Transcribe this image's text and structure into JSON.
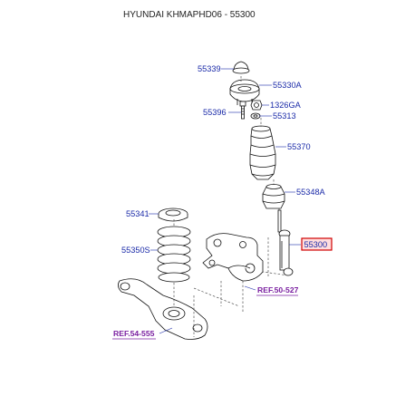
{
  "title": "HYUNDAI KHMAPHD06 - 55300",
  "parts": {
    "p55339": "55339",
    "p55330a": "55330A",
    "p1326ga": "1326GA",
    "p55396": "55396",
    "p55313": "55313",
    "p55370": "55370",
    "p55348a": "55348A",
    "p55341": "55341",
    "p55300": "55300",
    "p55350s": "55350S"
  },
  "refs": {
    "ref1": "REF.50-527",
    "ref2": "REF.54-555"
  },
  "colors": {
    "label": "#1a2aa8",
    "ref": "#7a1fa0",
    "highlight_border": "#d00000",
    "highlight_fill": "#ffdede"
  }
}
